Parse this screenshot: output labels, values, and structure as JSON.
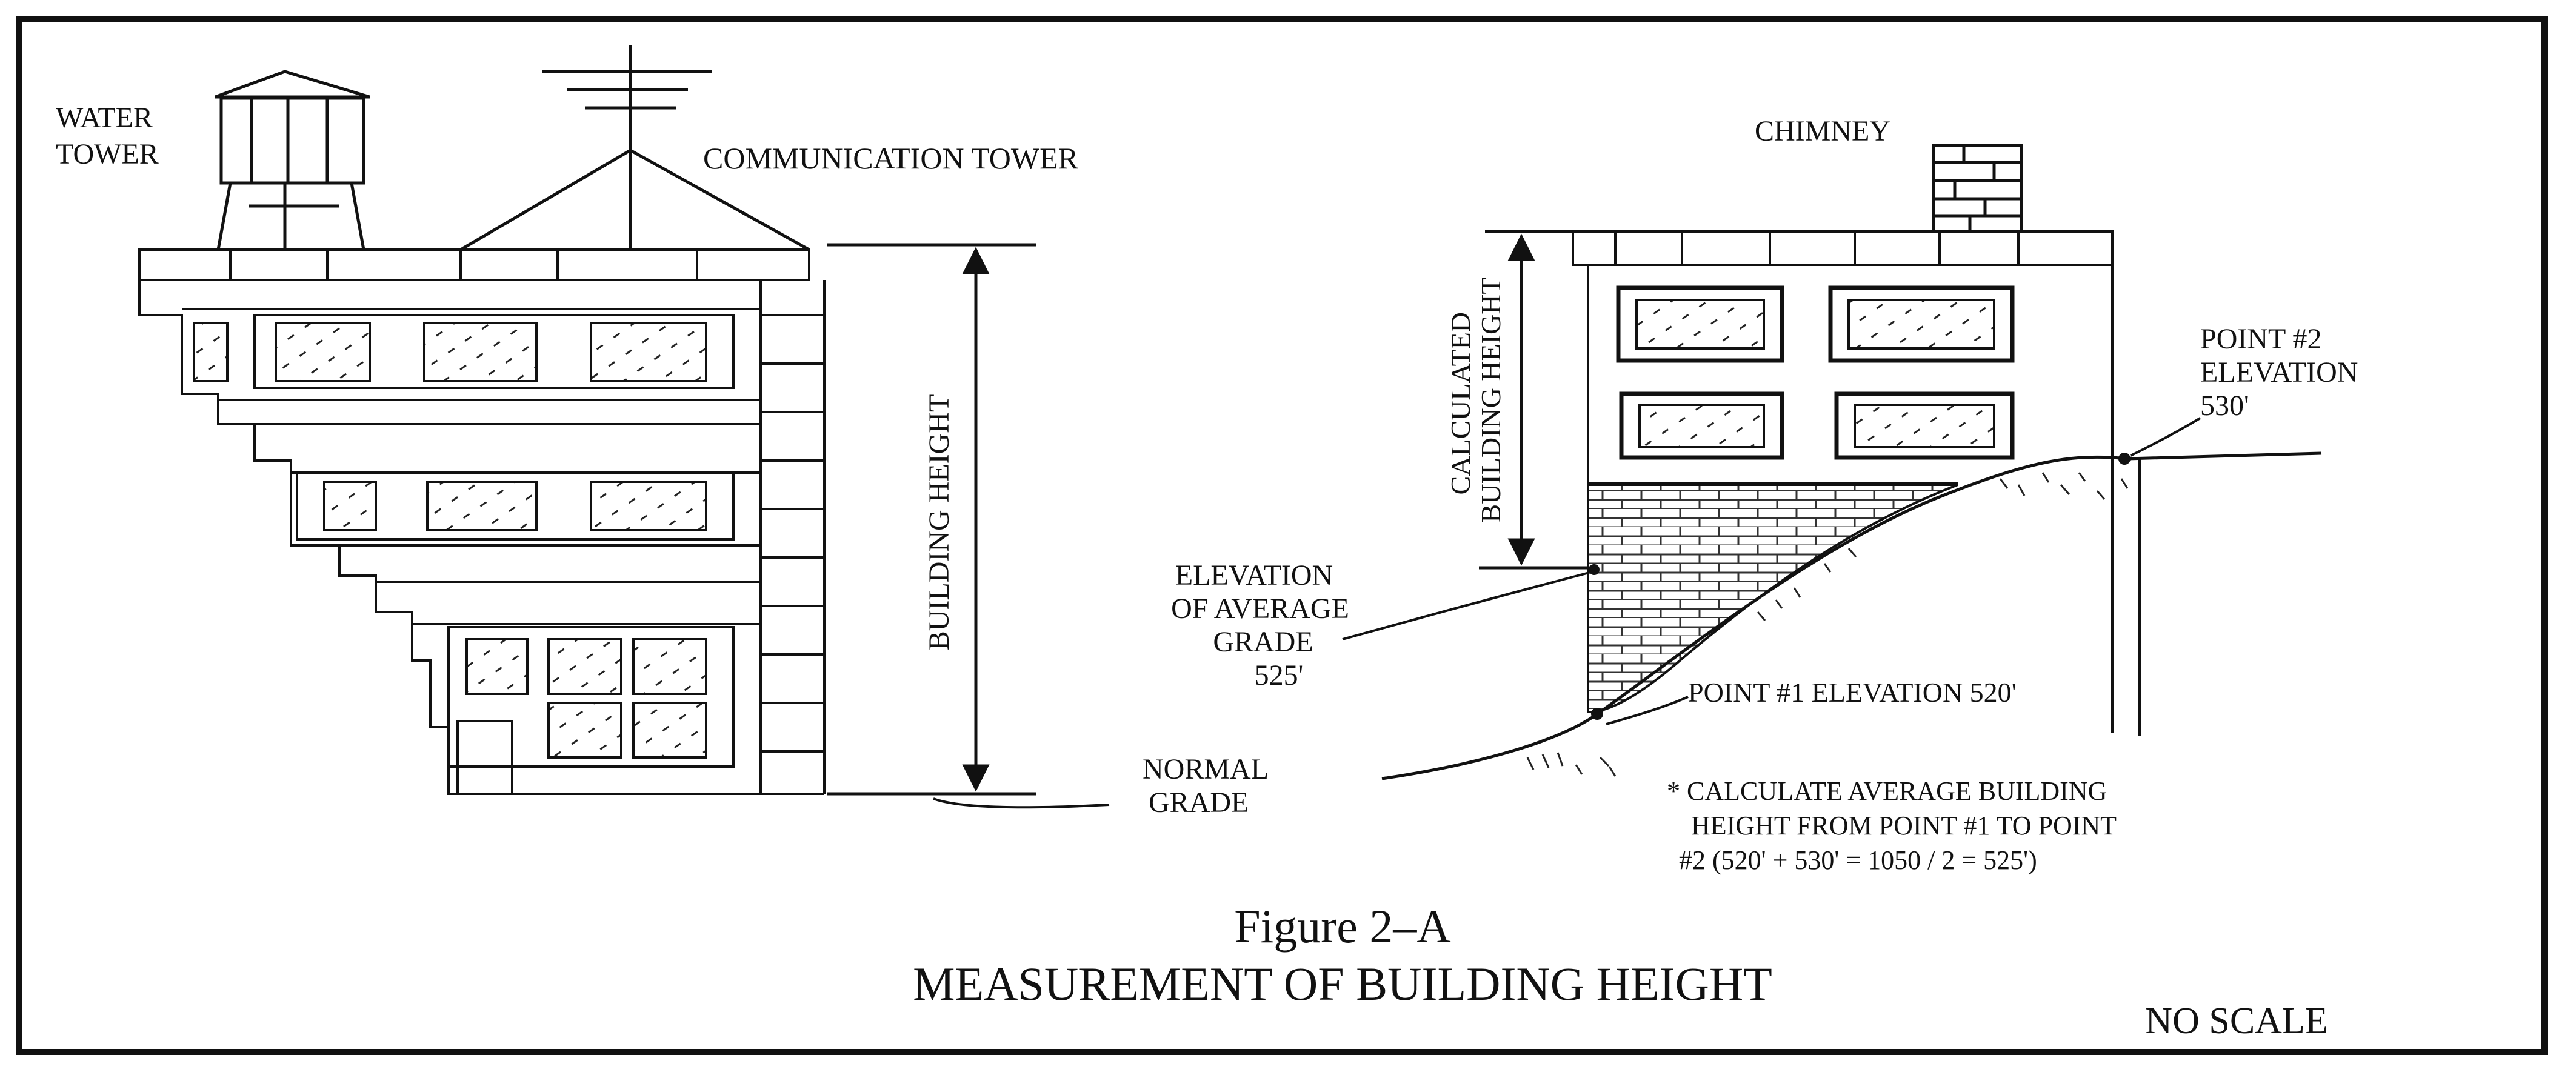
{
  "labels": {
    "water_tower": [
      "WATER",
      "TOWER"
    ],
    "communication_tower": "COMMUNICATION TOWER",
    "building_height": "BUILDING HEIGHT",
    "normal_grade": [
      "NORMAL",
      "GRADE"
    ],
    "chimney": "CHIMNEY",
    "calculated_building_height": [
      "CALCULATED",
      "BUILDING HEIGHT"
    ],
    "elevation_average_grade": [
      "ELEVATION",
      "OF AVERAGE",
      "GRADE",
      "525'"
    ],
    "point1": "POINT #1 ELEVATION 520'",
    "point2": [
      "POINT #2",
      "ELEVATION",
      "530'"
    ],
    "calc_note": [
      "* CALCULATE AVERAGE BUILDING",
      "HEIGHT FROM POINT #1 TO POINT",
      "#2  (520' + 530' = 1050 / 2 = 525')"
    ]
  },
  "caption": {
    "figure": "Figure 2–A",
    "title": "MEASUREMENT OF BUILDING HEIGHT",
    "scale": "NO SCALE"
  }
}
